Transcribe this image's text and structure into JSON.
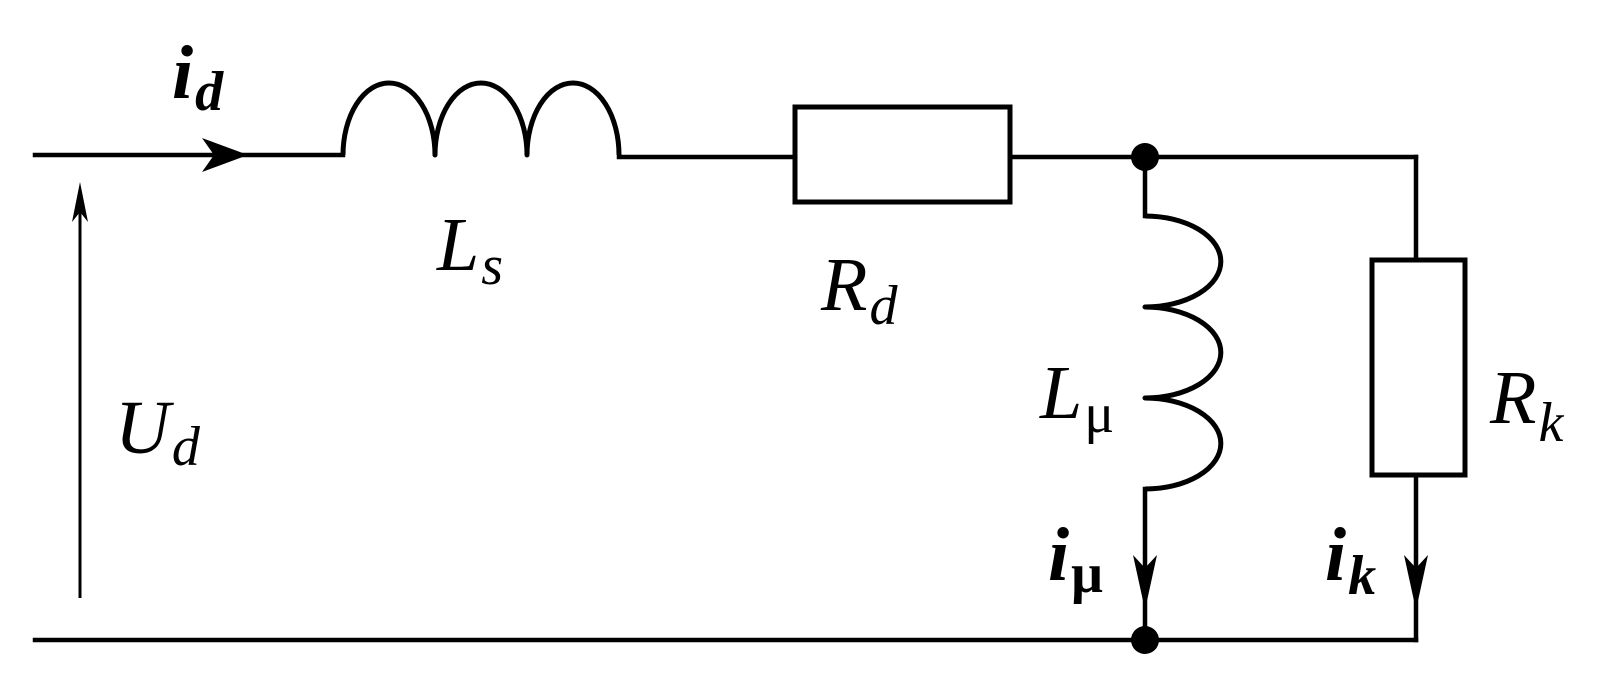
{
  "labels": {
    "id_main": "i",
    "id_sub": "d",
    "Ls_main": "L",
    "Ls_sub": "s",
    "Rd_main": "R",
    "Rd_sub": "d",
    "Lmu_main": "L",
    "Lmu_sub": "μ",
    "Rk_main": "R",
    "Rk_sub": "k",
    "Ud_main": "U",
    "Ud_sub": "d",
    "imu_main": "i",
    "imu_sub": "μ",
    "ik_main": "i",
    "ik_sub": "k"
  },
  "colors": {
    "line": "#000000",
    "background": "#ffffff"
  }
}
